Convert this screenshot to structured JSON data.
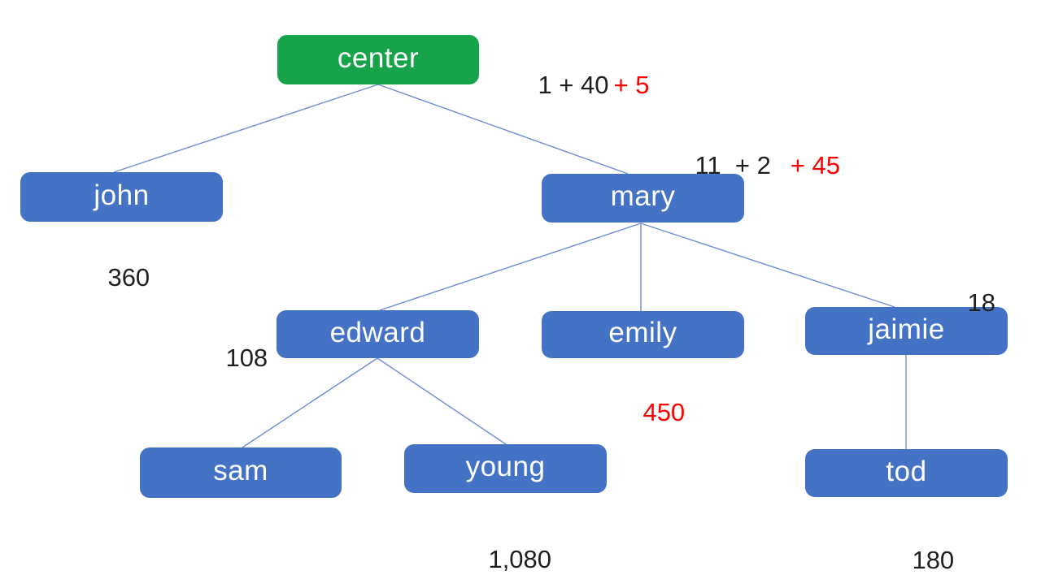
{
  "colors": {
    "canvas_bg": "#ffffff",
    "root_fill": "#16a349",
    "node_fill": "#4472c4",
    "node_text": "#ffffff",
    "connector": "#6d8fd4",
    "annotation_black": "#1f1f1f",
    "annotation_red": "#ff0000"
  },
  "tree": {
    "nodes": [
      {
        "id": "center",
        "label": "center",
        "variant": "root"
      },
      {
        "id": "john",
        "label": "john",
        "variant": "default"
      },
      {
        "id": "mary",
        "label": "mary",
        "variant": "default"
      },
      {
        "id": "edward",
        "label": "edward",
        "variant": "default"
      },
      {
        "id": "emily",
        "label": "emily",
        "variant": "default"
      },
      {
        "id": "jaimie",
        "label": "jaimie",
        "variant": "default"
      },
      {
        "id": "sam",
        "label": "sam",
        "variant": "default"
      },
      {
        "id": "young",
        "label": "young",
        "variant": "default"
      },
      {
        "id": "tod",
        "label": "tod",
        "variant": "default"
      }
    ],
    "edges": [
      {
        "from": "center",
        "to": "john"
      },
      {
        "from": "center",
        "to": "mary"
      },
      {
        "from": "mary",
        "to": "edward"
      },
      {
        "from": "mary",
        "to": "emily"
      },
      {
        "from": "mary",
        "to": "jaimie"
      },
      {
        "from": "edward",
        "to": "sam"
      },
      {
        "from": "edward",
        "to": "young"
      },
      {
        "from": "jaimie",
        "to": "tod"
      }
    ]
  },
  "annotations": {
    "root_sum": {
      "black": "1 + 40",
      "red": "+ 5"
    },
    "mary_sum": {
      "black": "11  + 2",
      "red": "+ 45"
    },
    "john_value": {
      "text": "360"
    },
    "edward_value": {
      "text": "108"
    },
    "emily_value": {
      "text": "450"
    },
    "jaimie_value": {
      "text": "18"
    },
    "young_value": {
      "text": "1,080"
    },
    "tod_value": {
      "text": "180"
    }
  }
}
